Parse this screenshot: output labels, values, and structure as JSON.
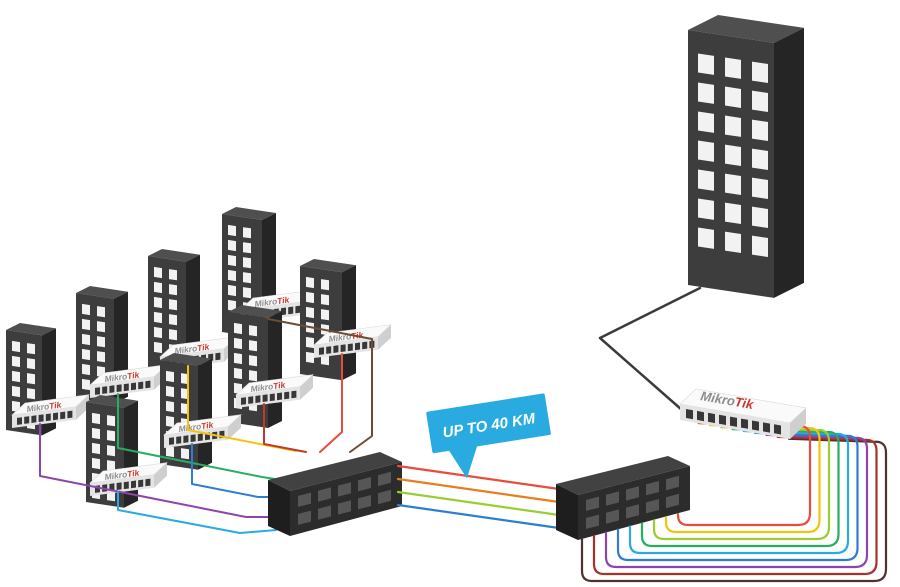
{
  "bubble": {
    "text": "UP TO 40 KM",
    "fill": "#29abe2",
    "text_color": "#ffffff"
  },
  "brand": {
    "prefix": "Mikro",
    "suffix": "Tik",
    "prefix_color": "#8d8d8d",
    "suffix_color": "#c9392c"
  },
  "palette": {
    "background": "#ffffff",
    "building_front": "#3d3d3d",
    "building_side": "#252525",
    "building_top": "#4f4f4f",
    "window": "#f2f2f2",
    "device_top": "#fafafa",
    "device_front": "#e4e4e4",
    "device_side": "#cfcfcf",
    "device_outline": "#d9d9d9",
    "device_port": "#373737",
    "switch_top": "#424242",
    "switch_front": "#2c2c2c",
    "switch_side": "#1e1e1e",
    "switch_port": "#565656",
    "uplink": "#3a3a3a"
  },
  "cables": {
    "left": [
      "#8e44ad",
      "#27ae60",
      "#f1c40f",
      "#6d4c33",
      "#e74c3c",
      "#c0392b",
      "#2d7dd2",
      "#29abe2"
    ],
    "trunk": [
      "#e74c3c",
      "#e67e22",
      "#9acd32",
      "#2d7dd2"
    ],
    "right_loops": [
      "#4e342e",
      "#a93226",
      "#8e44ad",
      "#2d7dd2",
      "#29abe2",
      "#27ae60",
      "#9acd32",
      "#f1c40f",
      "#e74c3c"
    ],
    "uplink": "#3a3a3a"
  },
  "counts": {
    "left_buildings": 8,
    "left_devices": 8,
    "core_switches": 2,
    "right_switches": 1,
    "right_buildings": 1,
    "right_loop_cables": 9
  }
}
